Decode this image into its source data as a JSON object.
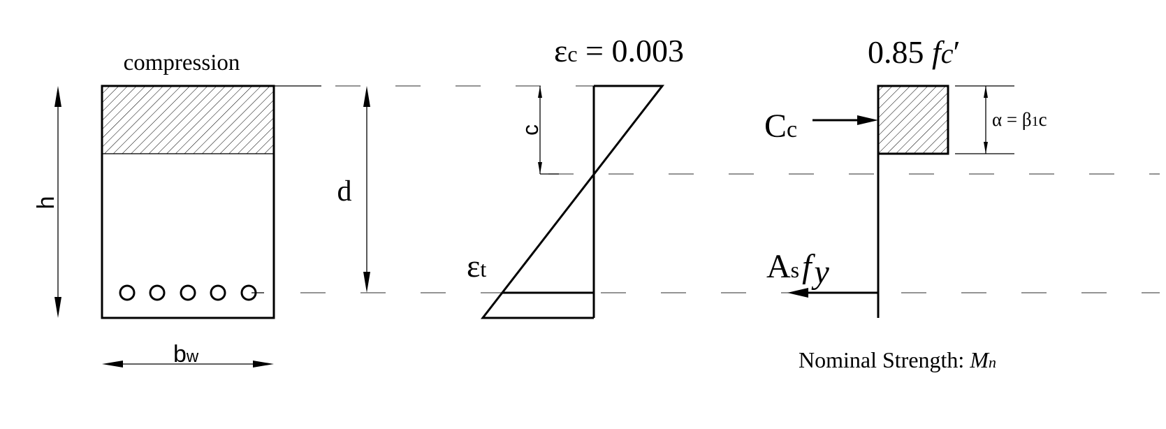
{
  "section": {
    "compression_label": "compression",
    "height_label": "h",
    "width_label": "b",
    "width_label_sub": "w",
    "depth_label": "d",
    "rebar_count": 5
  },
  "strain": {
    "top_label": "ε",
    "top_label_sub": "c",
    "top_value": " = 0.003",
    "neutral_axis_label": "c",
    "tension_label": "ε",
    "tension_label_sub": "t"
  },
  "stress": {
    "top_label": "0.85 ",
    "top_label_f": "f",
    "top_label_sub": "c",
    "top_label_prime": "′",
    "compression_force": "C",
    "compression_force_sub": "c",
    "block_depth_label": "α = β",
    "block_depth_sub": "1",
    "block_depth_end": "c",
    "tension_force": "A",
    "tension_force_sub": "s",
    "tension_force_f": "f",
    "tension_force_f_sub": "y",
    "caption": "Nominal Strength: ",
    "caption_symbol": "M",
    "caption_symbol_sub": "n"
  }
}
